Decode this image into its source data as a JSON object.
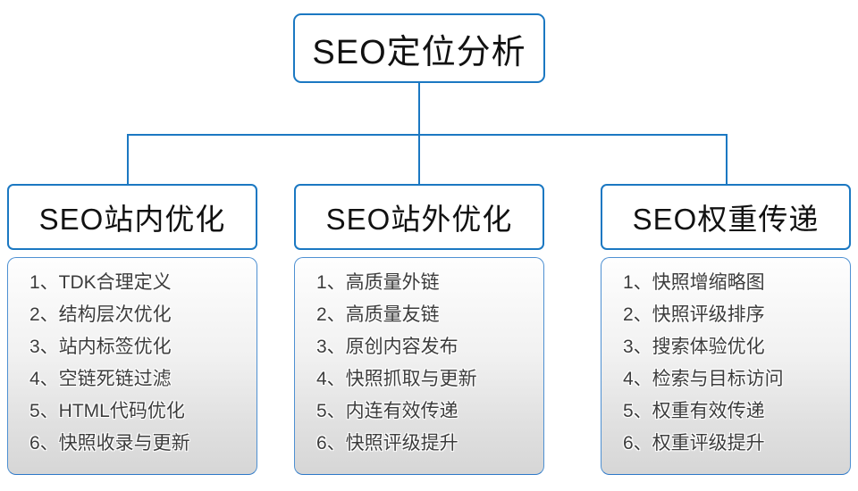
{
  "root": {
    "title": "SEO定位分析"
  },
  "branches": [
    {
      "title": "SEO站内优化",
      "items": [
        "1、TDK合理定义",
        "2、结构层次优化",
        "3、站内标签优化",
        "4、空链死链过滤",
        "5、HTML代码优化",
        "6、快照收录与更新"
      ]
    },
    {
      "title": "SEO站外优化",
      "items": [
        "1、高质量外链",
        "2、高质量友链",
        "3、原创内容发布",
        "4、快照抓取与更新",
        "5、内连有效传递",
        "6、快照评级提升"
      ]
    },
    {
      "title": "SEO权重传递",
      "items": [
        "1、快照增缩略图",
        "2、快照评级排序",
        "3、搜索体验优化",
        "4、检索与目标访问",
        "5、权重有效传递",
        "6、权重评级提升"
      ]
    }
  ],
  "colors": {
    "accent_blue": "#1b78c2",
    "list_border_blue": "#4e90d2",
    "list_gradient_top": "#fefefe",
    "list_gradient_bottom": "#d6d6d6",
    "heading_text": "#111111",
    "item_text": "#3c3c3c"
  }
}
